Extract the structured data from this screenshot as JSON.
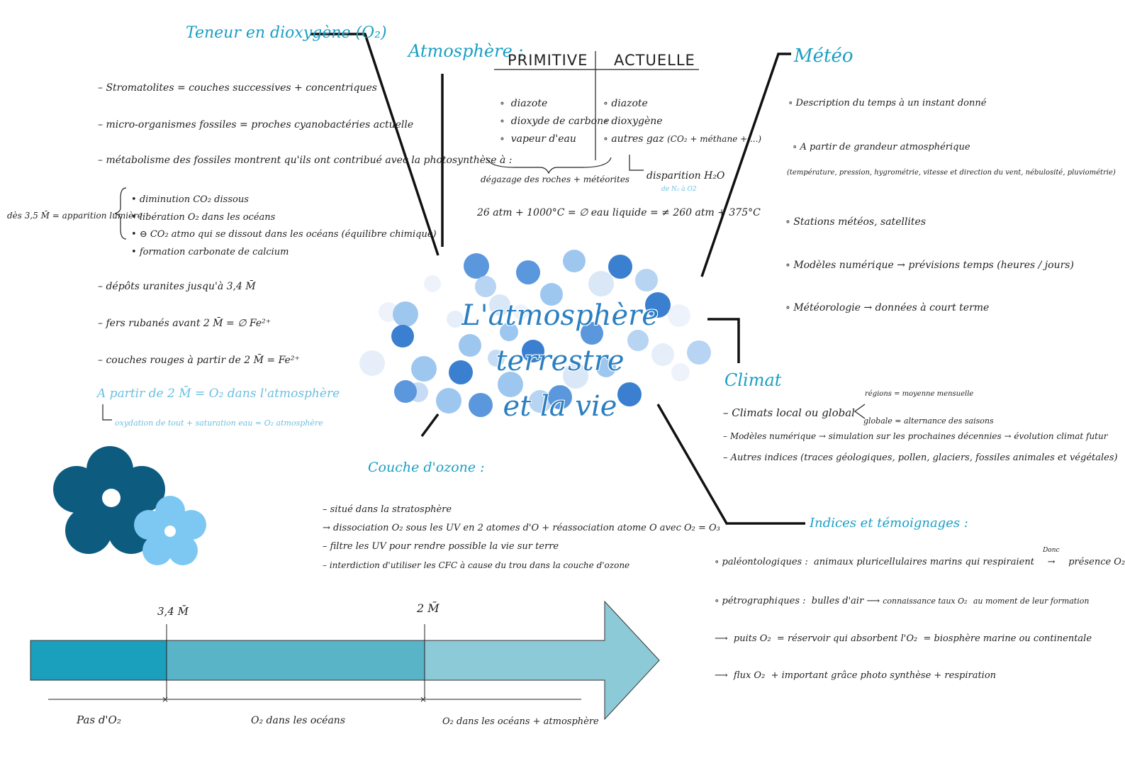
{
  "center": {
    "line1": "L'atmosphère terrestre",
    "line2": "et la vie"
  },
  "teneur": {
    "title": "Teneur en dioxygène (O₂)",
    "items": [
      "Stromatolites = couches successives + concentriques",
      "micro-organismes fossiles = proches cyanobactéries actuelle",
      "métabolisme des fossiles montrent qu'ils ont contribué avec la photosynthèse à :"
    ],
    "side_label": "dès 3,5 M̄ = apparition lumière",
    "brace_items": [
      "diminution CO₂ dissous",
      "libération O₂ dans les océans",
      "⊖ CO₂ atmo qui se dissout dans les océans (équilibre chimique)",
      "formation carbonate de calcium"
    ],
    "items2": [
      "dépôts uranites jusqu'à 3,4 M̄",
      "fers rubanés avant 2 M̄ = ∅ Fe²⁺",
      "couches rouges à partir de 2 M̄ = Fe²⁺"
    ],
    "blue1": "A partir de 2 M̄ = O₂ dans l'atmosphère",
    "blue2": "oxydation de tout + saturation eau = O₂ atmosphère"
  },
  "atmosphere": {
    "title": "Atmosphère :",
    "col1_header": "PRIMITIVE",
    "col2_header": "ACTUELLE",
    "col1": [
      "diazote",
      "dioxyde de carbone",
      "vapeur d'eau"
    ],
    "col2": [
      "diazote",
      "dioxygène",
      "autres gaz"
    ],
    "gases_extra": "(CO₂ + méthane + ...)",
    "brace_label": "dégazage des roches + météorites",
    "disparition": "disparition H₂O",
    "disparition_small": "de N₂ à O2",
    "pressure": "26 atm + 1000°C = ∅ eau liquide = ≠ 260 atm + 375°C"
  },
  "meteo": {
    "title": "Météo",
    "items": [
      "Description du temps à un instant donné",
      "A partir de grandeur atmosphérique",
      "(température, pression, hygrométrie, vitesse et direction du vent, nébulosité, pluviométrie)",
      "Stations météos, satellites",
      "Modèles numérique → prévisions temps (heures / jours)",
      "Météorologie → données à court terme"
    ]
  },
  "climat": {
    "title": "Climat",
    "item1": "Climats local ou global",
    "branch_top": "régions = moyenne mensuelle",
    "branch_bottom": "globale = alternance des saisons",
    "item2": "Modèles numérique → simulation sur les prochaines décennies → évolution climat futur",
    "item3": "Autres indices (traces géologiques, pollen, glaciers, fossiles animales et végétales)"
  },
  "ozone": {
    "title": "Couche d'ozone :",
    "items": [
      "situé dans la stratosphère",
      "dissociation O₂ sous les UV en 2 atomes d'O + réassociation atome O avec O₂ = O₃",
      "filtre les UV pour rendre possible la vie sur terre",
      "interdiction d'utiliser les CFC à cause du trou dans la couche d'ozone"
    ]
  },
  "indices": {
    "title": "Indices et témoignages :",
    "l1a": "paléontologiques :",
    "l1b": "animaux pluricellulaires marins qui respiraient",
    "l1donc": "Donc",
    "l1c": "présence O₂",
    "l2a": "pétrographiques :",
    "l2b": "bulles d'air",
    "l2c": "connaissance taux O₂",
    "l2d": "au moment de leur formation",
    "l3a": "puits O₂",
    "l3b": "= réservoir qui absorbent l'O₂",
    "l3c": "= biosphère marine ou continentale",
    "l4a": "flux O₂",
    "l4b": "+ important grâce photo synthèse + respiration"
  },
  "timeline": {
    "mark1": "3,4 M̄",
    "mark2": "2 M̄",
    "label1": "Pas d'O₂",
    "label2": "O₂ dans les océans",
    "label3": "O₂ dans les océans + atmosphère"
  },
  "colors": {
    "accent": "#1a9fc4",
    "flower_dark": "#0d5c80",
    "flower_light": "#7cc8f2",
    "arrow1": "#1aa0bd",
    "arrow2": "#5ab4c8",
    "arrow3": "#8dcad8"
  }
}
